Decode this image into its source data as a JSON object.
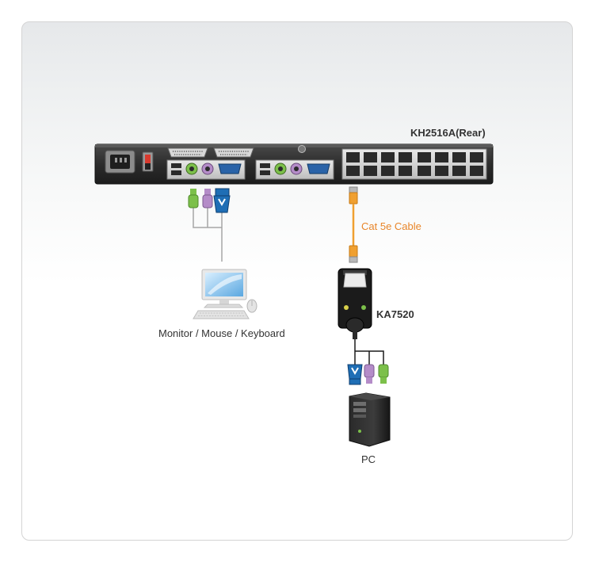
{
  "device": {
    "label": "KH2516A(Rear)"
  },
  "cable": {
    "label": "Cat 5e Cable"
  },
  "adapter": {
    "label": "KA7520"
  },
  "console": {
    "label": "Monitor / Mouse / Keyboard"
  },
  "pc": {
    "label": "PC"
  },
  "colors": {
    "cable": "#e8862a",
    "device_body": "#2a2a2a",
    "vga_blue": "#1f6eb5",
    "ps2_green": "#7cc04a",
    "ps2_purple": "#b48cc8",
    "wire_gray": "#a6a6a6"
  }
}
